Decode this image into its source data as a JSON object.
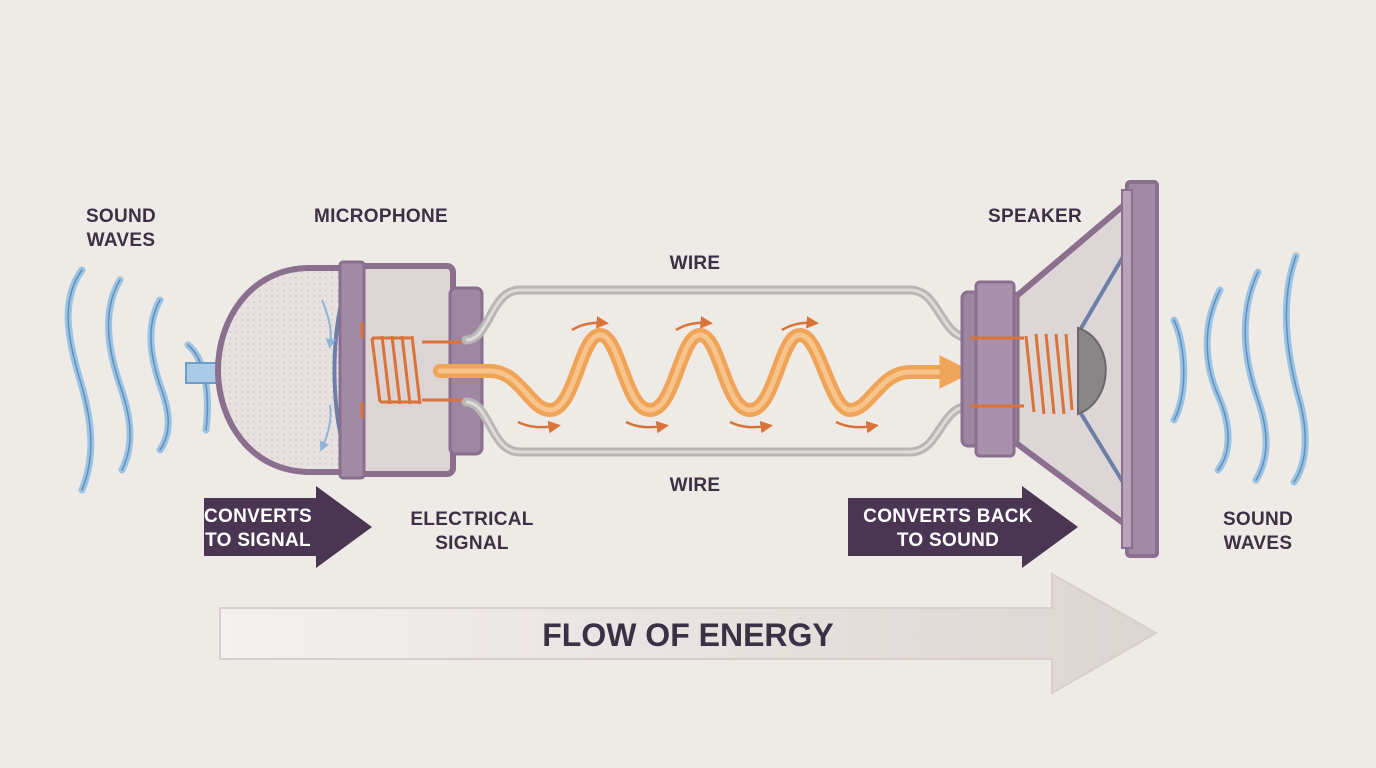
{
  "labels": {
    "sound_waves_left": [
      "SOUND",
      "WAVES"
    ],
    "microphone": "MICROPHONE",
    "wire_top": "WIRE",
    "wire_bottom": "WIRE",
    "speaker": "SPEAKER",
    "sound_waves_right": [
      "SOUND",
      "WAVES"
    ],
    "converts_to_signal": [
      "CONVERTS",
      "TO SIGNAL"
    ],
    "electrical_signal": [
      "ELECTRICAL",
      "SIGNAL"
    ],
    "converts_back": [
      "CONVERTS BACK",
      "TO SOUND"
    ],
    "flow_of_energy": "FLOW OF ENERGY"
  },
  "colors": {
    "background": "#eeebe7",
    "purple": "#8a6f8f",
    "purple_dark": "#4a3553",
    "label_text": "#3d2f44",
    "sound_wave_blue": "#9cc3e2",
    "signal_orange": "#f0a458",
    "wire_gray": "#b9b7b6",
    "coil_orange": "#d9733a"
  }
}
